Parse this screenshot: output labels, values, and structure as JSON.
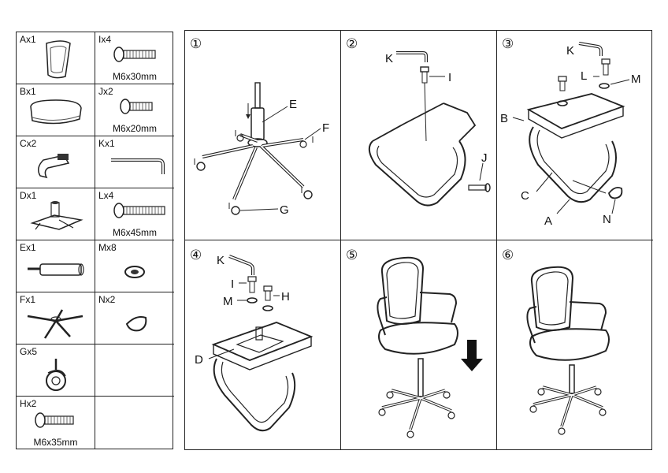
{
  "parts": [
    {
      "label": "Ax1",
      "size": ""
    },
    {
      "label": "Ix4",
      "size": "M6x30mm"
    },
    {
      "label": "Bx1",
      "size": ""
    },
    {
      "label": "Jx2",
      "size": "M6x20mm"
    },
    {
      "label": "Cx2",
      "size": ""
    },
    {
      "label": "Kx1",
      "size": ""
    },
    {
      "label": "Dx1",
      "size": ""
    },
    {
      "label": "Lx4",
      "size": "M6x45mm"
    },
    {
      "label": "Ex1",
      "size": ""
    },
    {
      "label": "Mx8",
      "size": ""
    },
    {
      "label": "Fx1",
      "size": ""
    },
    {
      "label": "Nx2",
      "size": ""
    },
    {
      "label": "Gx5",
      "size": ""
    },
    {
      "label": "",
      "size": ""
    },
    {
      "label": "Hx2",
      "size": "M6x35mm"
    },
    {
      "label": "",
      "size": ""
    }
  ],
  "steps": [
    {
      "number": "①",
      "callouts": [
        "E",
        "F",
        "G"
      ]
    },
    {
      "number": "②",
      "callouts": [
        "K",
        "I",
        "J"
      ]
    },
    {
      "number": "③",
      "callouts": [
        "K",
        "L",
        "M",
        "B",
        "C",
        "A",
        "N"
      ]
    },
    {
      "number": "④",
      "callouts": [
        "K",
        "I",
        "M",
        "H",
        "D"
      ]
    },
    {
      "number": "⑤",
      "callouts": []
    },
    {
      "number": "⑥",
      "callouts": []
    }
  ]
}
